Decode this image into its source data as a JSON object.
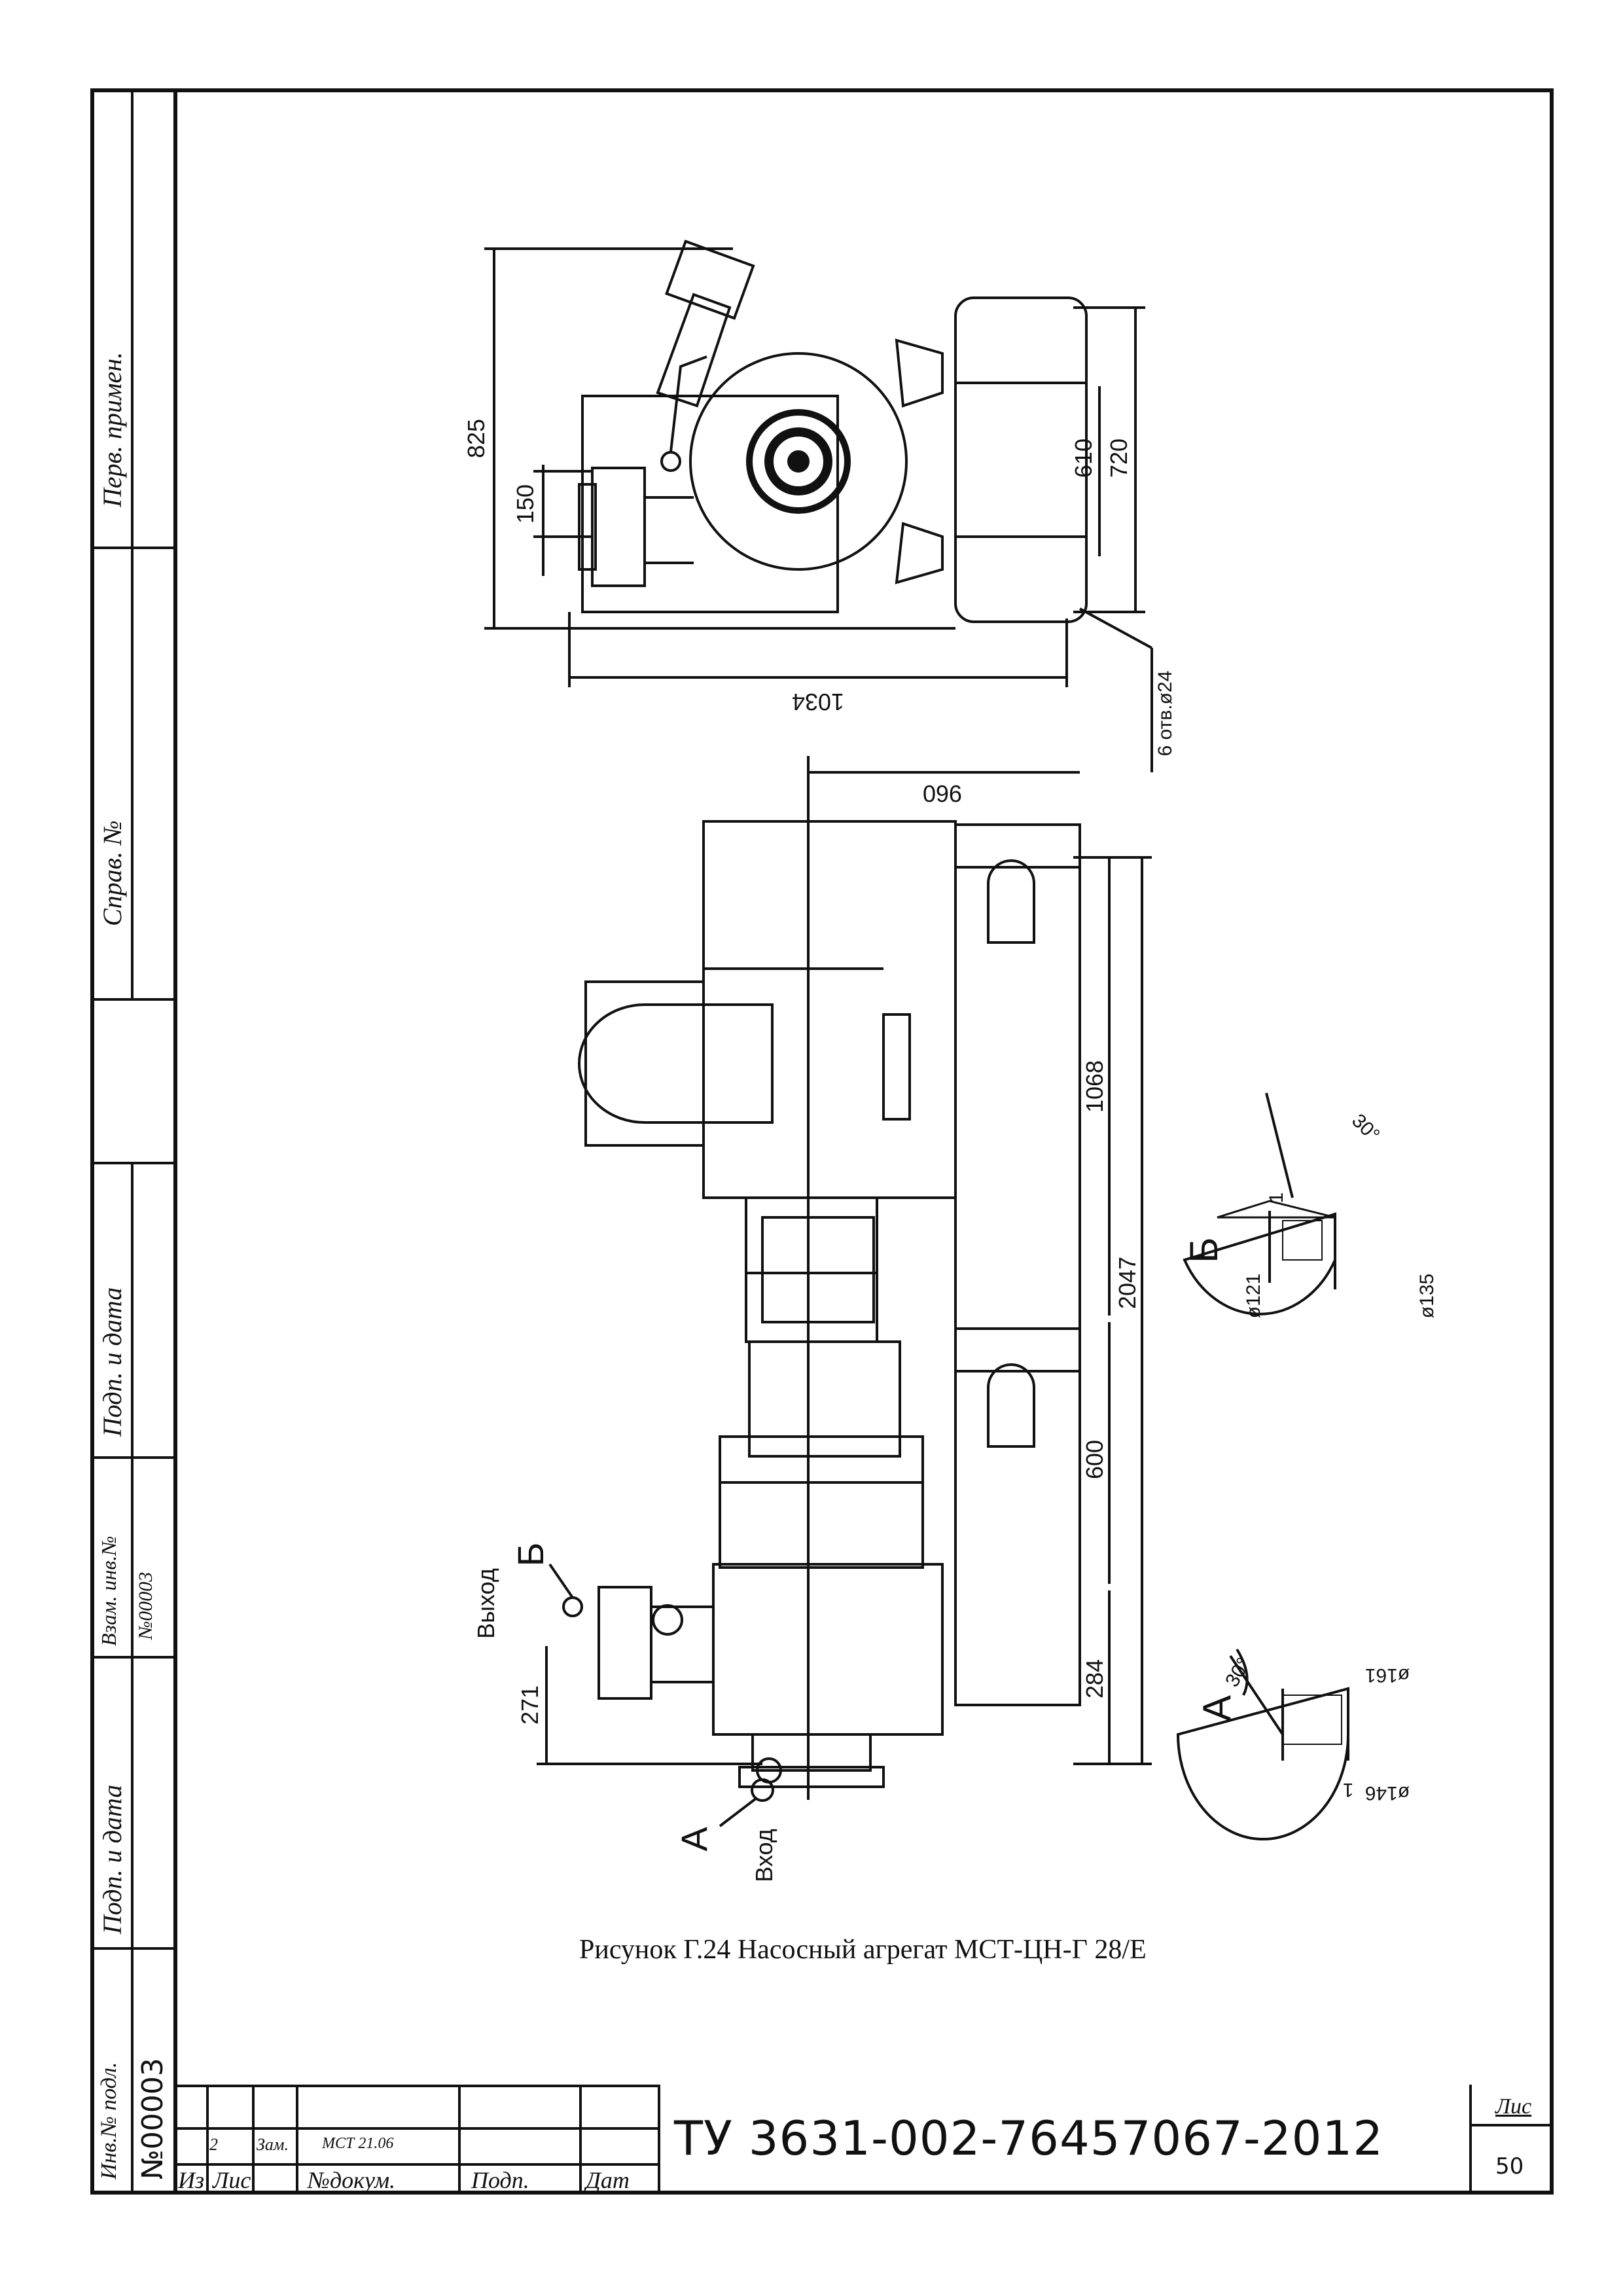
{
  "side_stamp": {
    "perv_primen": "Перв. примен.",
    "sprav_no": "Справ. №",
    "podp_i_data_top": "Подп. и дата",
    "vzam_inv_no": "Взам. инв.№",
    "vzam_inv_value": "№00003",
    "podp_i_data_bottom": "Подп. и дата",
    "inv_no_podl": "Инв.№ подл.",
    "inv_no_value": "№00003"
  },
  "title_block": {
    "row_rev": {
      "izm": "2",
      "list": "Зам.",
      "doc_no": "МСТ 21.06",
      "podp": "",
      "data": ""
    },
    "headers": {
      "izm": "Из",
      "list": "Лис",
      "doc_no": "№докум.",
      "podp": "Подп.",
      "data": "Дат"
    },
    "document_code": "ТУ 3631-002-76457067-2012",
    "sheet_label": "Лис",
    "sheet_number": "50"
  },
  "caption": "Рисунок Г.24 Насосный агрегат МСТ-ЦН-Г 28/Е",
  "drawing": {
    "top_view": {
      "dim_825": "825",
      "dim_150": "150",
      "dim_610": "610",
      "dim_720": "720",
      "dim_1034": "1034",
      "holes": "6 отв.ø24"
    },
    "side_view": {
      "dim_960": "960",
      "dim_1068": "1068",
      "dim_2047": "2047",
      "dim_600": "600",
      "dim_284": "284",
      "dim_271": "271",
      "outlet": "Выход",
      "inlet": "Вход",
      "mark_b": "Б",
      "mark_a": "А"
    },
    "detail_b": {
      "title": "Б",
      "d121": "ø121",
      "d135": "ø135",
      "one": "1",
      "angle": "30°"
    },
    "detail_a": {
      "title": "А",
      "d146": "ø146",
      "d161": "ø161",
      "one": "1",
      "angle": "30°"
    }
  }
}
